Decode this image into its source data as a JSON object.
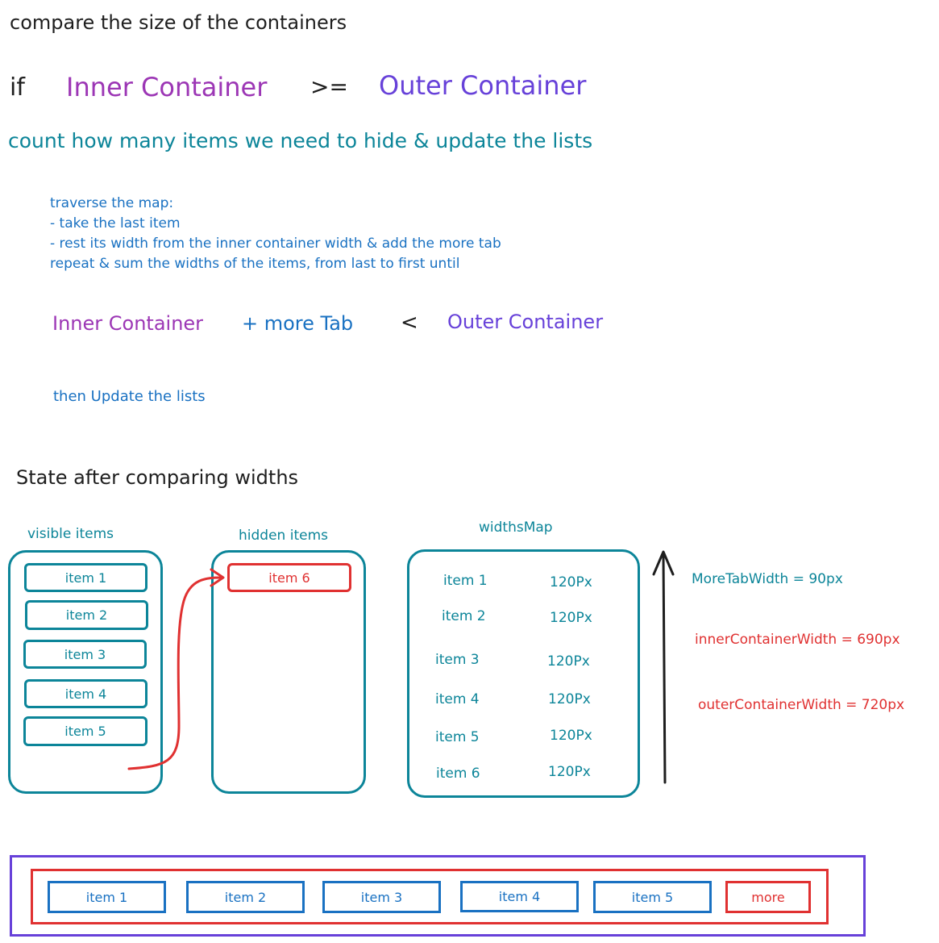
{
  "heading": "compare the size of the containers",
  "condition": {
    "if_word": "if",
    "inner": "Inner Container",
    "op": ">=",
    "outer": "Outer Container"
  },
  "count_line": "count how many items we need to hide & update the lists",
  "steps": [
    "traverse the map:",
    "- take the last item",
    "- rest its width from the inner container width & add the more tab",
    "repeat & sum the widths of the items, from last to first until"
  ],
  "condition2": {
    "inner": "Inner Container",
    "plus": "+ more Tab",
    "op": "<",
    "outer": "Outer Container"
  },
  "then_line": "then Update the lists",
  "state_title": "State after comparing widths",
  "visible": {
    "label": "visible items",
    "items": [
      "item 1",
      "item 2",
      "item 3",
      "item 4",
      "item 5"
    ]
  },
  "hidden": {
    "label": "hidden items",
    "items": [
      "item 6"
    ]
  },
  "widths_map": {
    "label": "widthsMap",
    "rows": [
      {
        "name": "item 1",
        "width": "120Px"
      },
      {
        "name": "item 2",
        "width": "120Px"
      },
      {
        "name": "item 3",
        "width": "120Px"
      },
      {
        "name": "item 4",
        "width": "120Px"
      },
      {
        "name": "item 5",
        "width": "120Px"
      },
      {
        "name": "item 6",
        "width": "120Px"
      }
    ]
  },
  "metrics": {
    "more_tab": "MoreTabWidth = 90px",
    "inner": "innerContainerWidth = 690px",
    "outer": "outerContainerWidth = 720px"
  },
  "tab_bar": {
    "items": [
      "item 1",
      "item 2",
      "item 3",
      "item 4",
      "item 5"
    ],
    "more": "more"
  },
  "colors": {
    "dark": "#1e1e1e",
    "purple": "#9c36b5",
    "violet": "#6741d9",
    "teal": "#0c8599",
    "blue": "#1971c2",
    "red": "#e03131"
  }
}
